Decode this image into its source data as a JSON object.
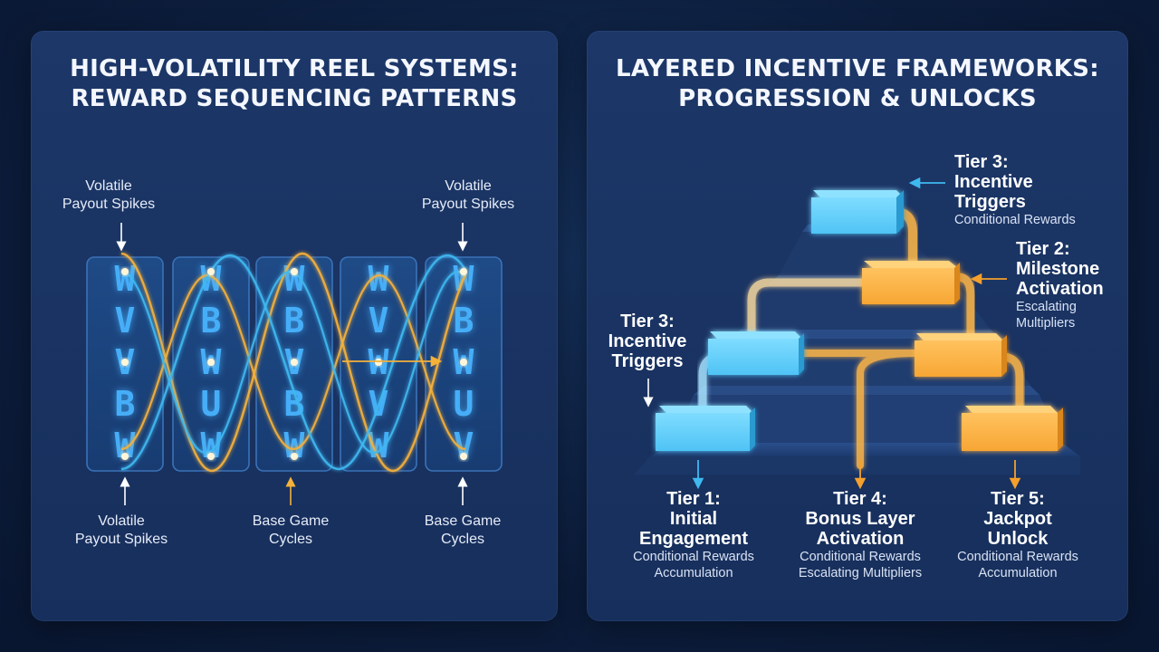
{
  "left": {
    "title_line1": "HIGH-VOLATILITY REEL SYSTEMS:",
    "title_line2": "REWARD SEQUENCING PATTERNS",
    "label_top_left_l1": "Volatile",
    "label_top_left_l2": "Payout Spikes",
    "label_top_right_l1": "Volatile",
    "label_top_right_l2": "Payout Spikes",
    "label_bottom_left_l1": "Volatile",
    "label_bottom_left_l2": "Payout Spikes",
    "label_bottom_mid_l1": "Base Game",
    "label_bottom_mid_l2": "Cycles",
    "label_bottom_right_l1": "Base Game",
    "label_bottom_right_l2": "Cycles",
    "reels": [
      [
        "W",
        "V",
        "V",
        "B",
        "W"
      ],
      [
        "W",
        "B",
        "W",
        "U",
        "W"
      ],
      [
        "W",
        "B",
        "V",
        "B",
        "W"
      ],
      [
        "W",
        "V",
        "W",
        "V",
        "W"
      ],
      [
        "W",
        "B",
        "W",
        "U",
        "V"
      ]
    ],
    "colors": {
      "blue": "#3fb8f0",
      "orange": "#f5b13a"
    }
  },
  "right": {
    "title_line1": "LAYERED INCENTIVE FRAMEWORKS:",
    "title_line2": "PROGRESSION & UNLOCKS",
    "tier_top": {
      "l1": "Tier 3:",
      "l2": "Incentive",
      "l3": "Triggers",
      "sub": "Conditional Rewards"
    },
    "tier_right": {
      "l1": "Tier 2:",
      "l2": "Milestone",
      "l3": "Activation",
      "sub1": "Escalating",
      "sub2": "Multipliers"
    },
    "tier_left": {
      "l1": "Tier 3:",
      "l2": "Incentive",
      "l3": "Triggers"
    },
    "tier1": {
      "l1": "Tier 1:",
      "l2": "Initial",
      "l3": "Engagement",
      "sub1": "Conditional Rewards",
      "sub2": "Accumulation"
    },
    "tier4": {
      "l1": "Tier 4:",
      "l2": "Bonus Layer",
      "l3": "Activation",
      "sub1": "Conditional Rewards",
      "sub2": "Escalating Multipliers"
    },
    "tier5": {
      "l1": "Tier 5:",
      "l2": "Jackpot",
      "l3": "Unlock",
      "sub1": "Conditional Rewards",
      "sub2": "Accumulation"
    },
    "colors": {
      "blue": "#3fb8f0",
      "orange": "#f5a02c"
    }
  }
}
